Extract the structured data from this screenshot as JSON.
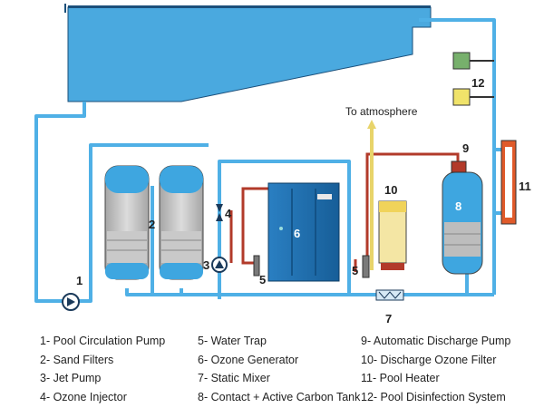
{
  "labels": {
    "n1": "1",
    "n2": "2",
    "n3": "3",
    "n4": "4",
    "n5a": "5",
    "n5b": "5",
    "n6": "6",
    "n7": "7",
    "n8": "8",
    "n9": "9",
    "n10": "10",
    "n11": "11",
    "n12": "12",
    "atmosphere": "To atmosphere"
  },
  "legend": {
    "col1": [
      "1- Pool Circulation Pump",
      "2- Sand Filters",
      "3- Jet Pump",
      "4- Ozone Injector"
    ],
    "col2": [
      "5- Water Trap",
      "6- Ozone Generator",
      "7- Static Mixer",
      "8- Contact + Active Carbon Tank"
    ],
    "col3": [
      "9- Automatic Discharge Pump",
      "10- Discharge Ozone Filter",
      "11- Pool Heater",
      "12- Pool Disinfection System"
    ]
  },
  "colors": {
    "water": "#3ea6e0",
    "pipe_blue": "#4fb0e6",
    "pipe_red": "#b23a2a",
    "pipe_yellow": "#e8d46a",
    "pool": "#4aa9df",
    "generator": "#1f6fb0",
    "filter_gray": "#b9b9b9"
  }
}
